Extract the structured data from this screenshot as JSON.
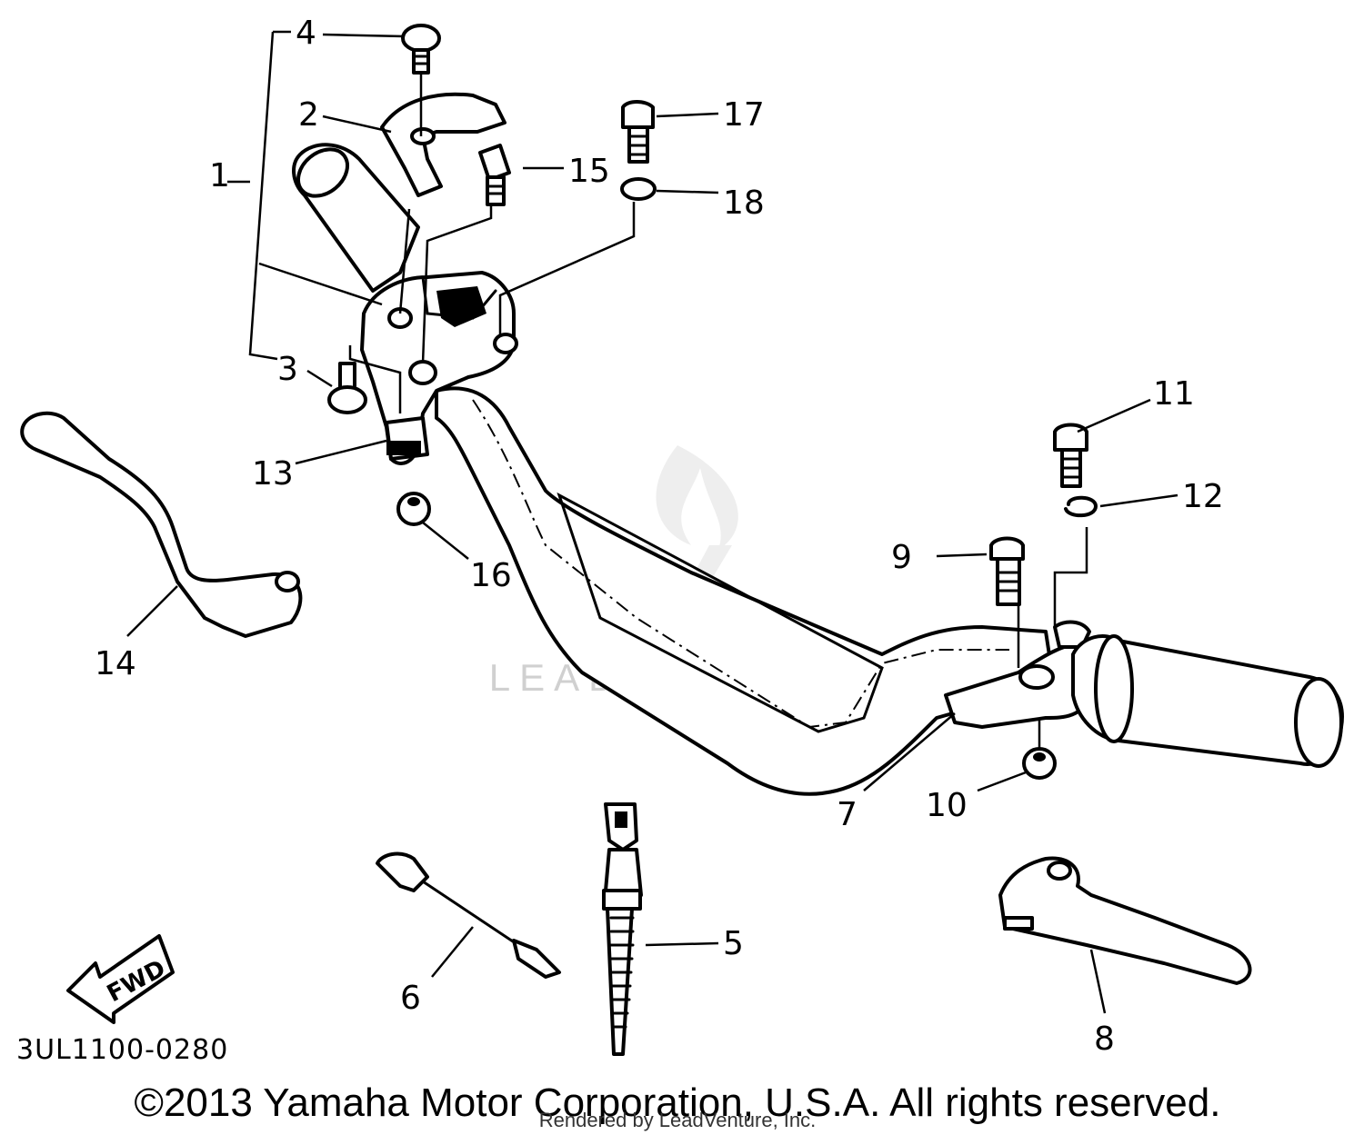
{
  "diagram": {
    "callouts": {
      "p1": "1",
      "p2": "2",
      "p3": "3",
      "p4": "4",
      "p5": "5",
      "p6": "6",
      "p7": "7",
      "p8": "8",
      "p9": "9",
      "p10": "10",
      "p11": "11",
      "p12": "12",
      "p13": "13",
      "p14": "14",
      "p15": "15",
      "p16": "16",
      "p17": "17",
      "p18": "18"
    },
    "fwd_arrow_label": "FWD",
    "drawing_id": "3UL1100-0280",
    "watermark": "LEADVENTURE",
    "copyright": "©2013 Yamaha Motor Corporation, U.S.A. All rights reserved.",
    "rendered_by": "Rendered by LeadVenture, Inc."
  }
}
